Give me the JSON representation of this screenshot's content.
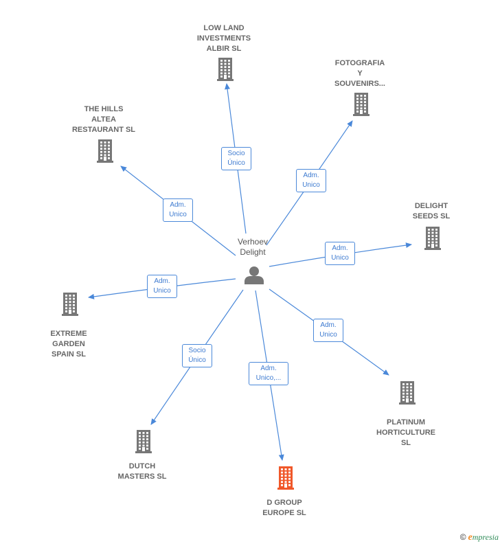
{
  "center": {
    "name_line1": "Verhoev",
    "name_line2": "Delight"
  },
  "nodes": [
    {
      "id": "lowland",
      "lines": [
        "LOW LAND",
        "INVESTMENTS",
        "ALBIR SL"
      ],
      "color": "#777777"
    },
    {
      "id": "fotografia",
      "lines": [
        "FOTOGRAFIA",
        "Y",
        "SOUVENIRS..."
      ],
      "color": "#777777"
    },
    {
      "id": "thehills",
      "lines": [
        "THE HILLS",
        "ALTEA",
        "RESTAURANT SL"
      ],
      "color": "#777777"
    },
    {
      "id": "delight",
      "lines": [
        "DELIGHT",
        "SEEDS  SL"
      ],
      "color": "#777777"
    },
    {
      "id": "extreme",
      "lines": [
        "EXTREME",
        "GARDEN",
        "SPAIN  SL"
      ],
      "color": "#777777"
    },
    {
      "id": "platinum",
      "lines": [
        "PLATINUM",
        "HORTICULTURE",
        "SL"
      ],
      "color": "#777777"
    },
    {
      "id": "dutch",
      "lines": [
        "DUTCH",
        "MASTERS  SL"
      ],
      "color": "#777777"
    },
    {
      "id": "dgroup",
      "lines": [
        "D GROUP",
        "EUROPE  SL"
      ],
      "color": "#f0582a"
    }
  ],
  "edges": [
    {
      "to": "lowland",
      "label1": "Socio",
      "label2": "Único"
    },
    {
      "to": "fotografia",
      "label1": "Adm.",
      "label2": "Unico"
    },
    {
      "to": "thehills",
      "label1": "Adm.",
      "label2": "Unico"
    },
    {
      "to": "delight",
      "label1": "Adm.",
      "label2": "Unico"
    },
    {
      "to": "extreme",
      "label1": "Adm.",
      "label2": "Unico"
    },
    {
      "to": "platinum",
      "label1": "Adm.",
      "label2": "Unico"
    },
    {
      "to": "dutch",
      "label1": "Socio",
      "label2": "Único"
    },
    {
      "to": "dgroup",
      "label1": "Adm.",
      "label2": "Unico,..."
    }
  ],
  "colors": {
    "edge": "#4a88d9",
    "person": "#777777",
    "highlight": "#f0582a"
  },
  "footer": {
    "copyright": "©",
    "brand_initial": "e",
    "brand_rest": "mpresia"
  }
}
